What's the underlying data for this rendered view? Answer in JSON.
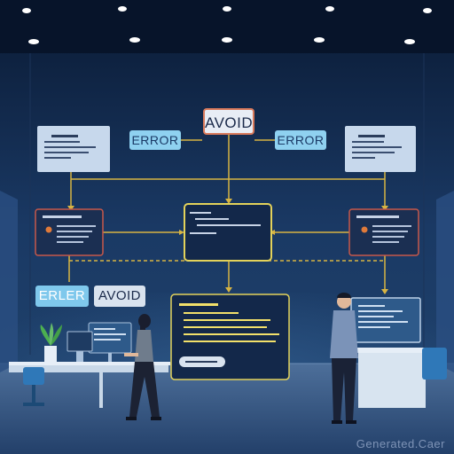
{
  "labels": {
    "avoid_top": "AVOID",
    "error_left": "ERROR",
    "error_right": "ERROR",
    "errer": "ERLER",
    "avoid_low": "AVOID"
  },
  "watermark": "Generated.Caer",
  "colors": {
    "wall": "#0e2446",
    "connector": "#d7b443",
    "highlight_border": "#e3d25a",
    "error_badge": "#8fd1f0",
    "avoid_border": "#d8795b",
    "red_panel_border": "#c7584a"
  }
}
